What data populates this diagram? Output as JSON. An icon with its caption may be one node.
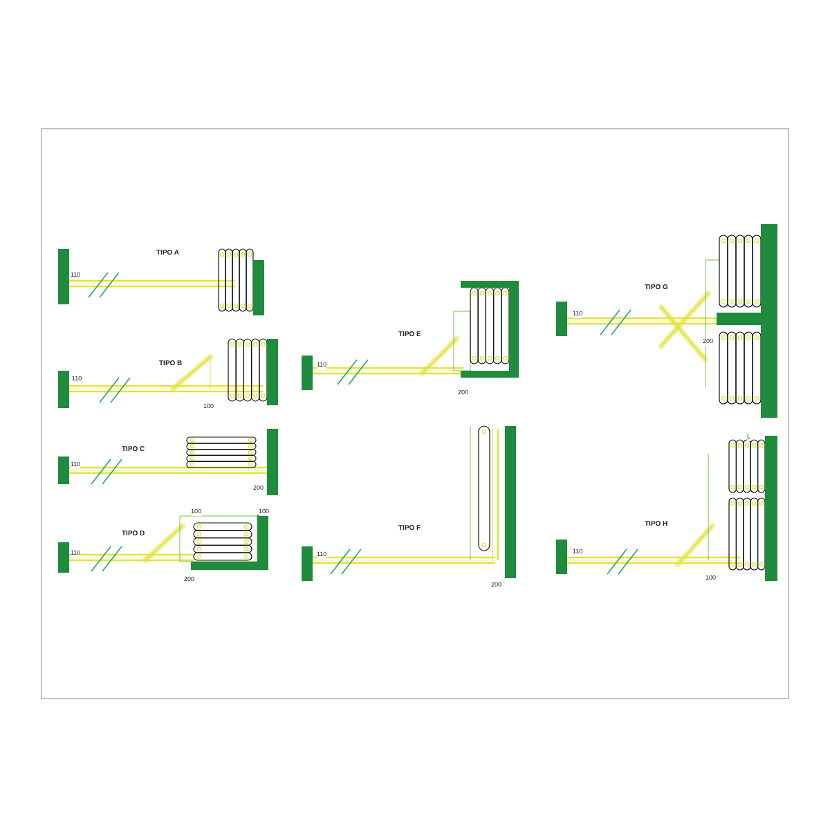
{
  "diagram": {
    "labels": [
      "TIPO A",
      "110",
      "TIPO B",
      "110",
      "100",
      "TIPO C",
      "110",
      "200",
      "TIPO D",
      "110",
      "100",
      "100",
      "200",
      "TIPO E",
      "110",
      "200",
      "TIPO F",
      "110",
      "200",
      "TIPO G",
      "110",
      "200",
      "TIPO H",
      "110",
      "100",
      "L"
    ]
  }
}
